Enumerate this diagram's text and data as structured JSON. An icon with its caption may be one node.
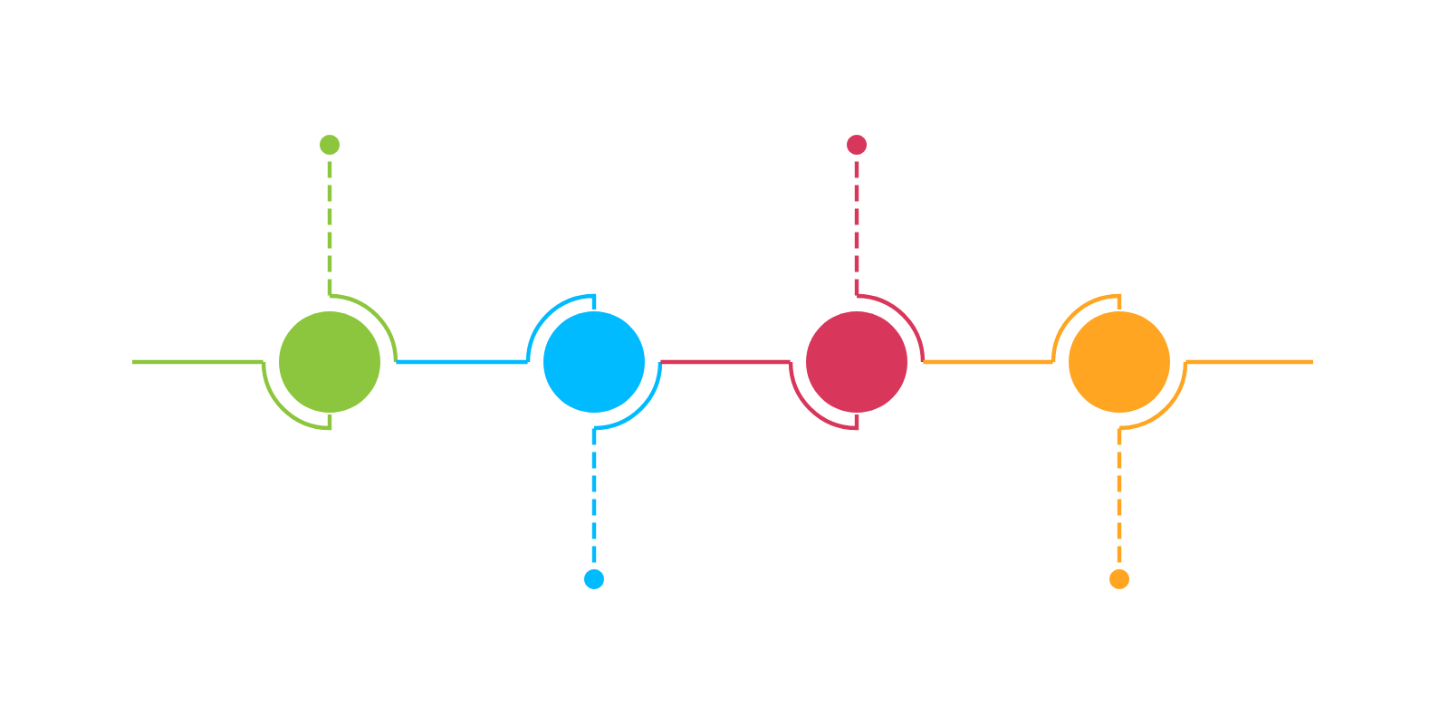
{
  "diagram": {
    "nodes": [
      {
        "text": [],
        "shape": "circle"
      },
      {
        "text": [],
        "shape": "circle"
      },
      {
        "text": [],
        "shape": "circle"
      },
      {
        "text": [],
        "shape": "circle"
      },
      {
        "text": [],
        "shape": "dot"
      },
      {
        "text": [],
        "shape": "dot"
      },
      {
        "text": [],
        "shape": "dot"
      },
      {
        "text": [],
        "shape": "dot"
      }
    ],
    "edges": [
      {
        "from": null,
        "to": 0,
        "arrow": "none",
        "color": "#8cc63e"
      },
      {
        "from": 0,
        "to": 1,
        "arrow": "none",
        "color": "#00bbff"
      },
      {
        "from": 1,
        "to": 2,
        "arrow": "none",
        "color": "#d8365a"
      },
      {
        "from": 2,
        "to": 3,
        "arrow": "none",
        "color": "#ffa521"
      },
      {
        "from": 3,
        "to": null,
        "arrow": "none",
        "color": "#ffa521"
      },
      {
        "from": 0,
        "to": 4,
        "arrow": "none",
        "style": "dashed",
        "color": "#8cc63e"
      },
      {
        "from": 1,
        "to": 5,
        "arrow": "none",
        "style": "dashed",
        "color": "#00bbff"
      },
      {
        "from": 2,
        "to": 6,
        "arrow": "none",
        "style": "dashed",
        "color": "#d8365a"
      },
      {
        "from": 3,
        "to": 7,
        "arrow": "none",
        "style": "dashed",
        "color": "#ffa521"
      }
    ]
  }
}
